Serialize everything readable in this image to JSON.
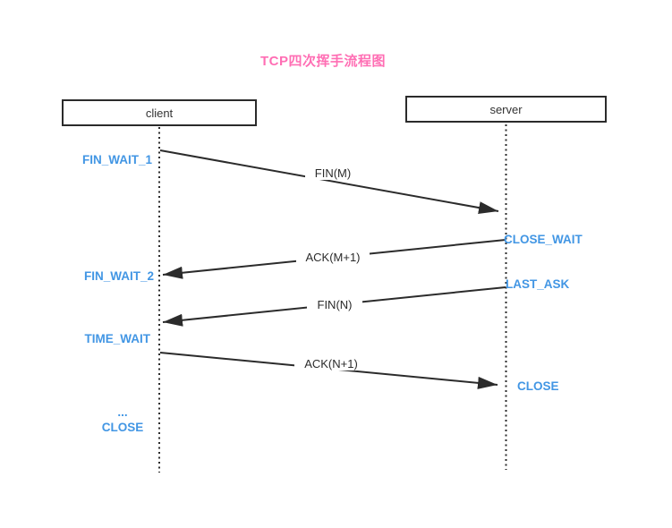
{
  "title": "TCP四次挥手流程图",
  "colors": {
    "title": "#ff6eb4",
    "state_label": "#4296e4",
    "line": "#2b2b2b",
    "background": "#ffffff"
  },
  "actors": [
    {
      "id": "client",
      "label": "client"
    },
    {
      "id": "server",
      "label": "server"
    }
  ],
  "messages": [
    {
      "label": "FIN(M)",
      "from": "client",
      "to": "server"
    },
    {
      "label": "ACK(M+1)",
      "from": "server",
      "to": "client"
    },
    {
      "label": "FIN(N)",
      "from": "server",
      "to": "client"
    },
    {
      "label": "ACK(N+1)",
      "from": "client",
      "to": "server"
    }
  ],
  "states": {
    "client": [
      {
        "label": "FIN_WAIT_1"
      },
      {
        "label": "FIN_WAIT_2"
      },
      {
        "label": "TIME_WAIT"
      },
      {
        "label": "..."
      },
      {
        "label": "CLOSE"
      }
    ],
    "server": [
      {
        "label": "CLOSE_WAIT"
      },
      {
        "label": "LAST_ASK"
      },
      {
        "label": "CLOSE"
      }
    ]
  }
}
